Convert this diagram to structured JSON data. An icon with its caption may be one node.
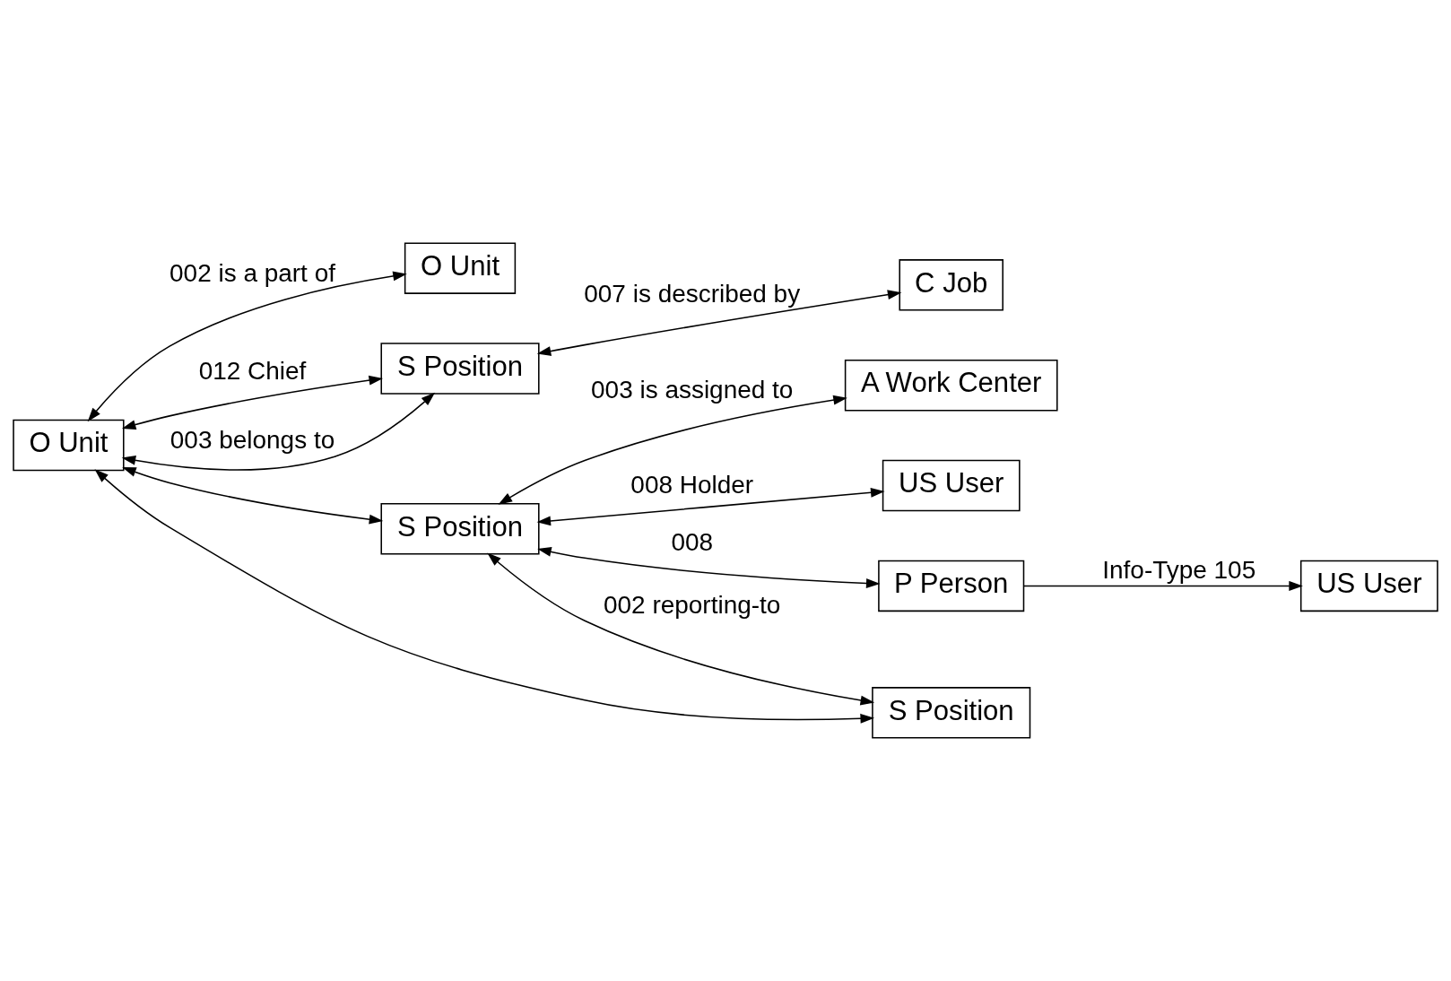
{
  "diagram": {
    "nodes": [
      {
        "text": [
          "O Unit"
        ]
      },
      {
        "text": [
          "O Unit"
        ]
      },
      {
        "text": [
          "S Position"
        ]
      },
      {
        "text": [
          "C Job"
        ]
      },
      {
        "text": [
          "S Position"
        ]
      },
      {
        "text": [
          "A Work Center"
        ]
      },
      {
        "text": [
          "US User"
        ]
      },
      {
        "text": [
          "P Person"
        ]
      },
      {
        "text": [
          "US User"
        ]
      },
      {
        "text": [
          "S Position"
        ]
      }
    ],
    "edges": [
      {
        "from": 1,
        "to": 0,
        "arrow": "both",
        "label": "002 is a part of"
      },
      {
        "from": 1,
        "to": 2,
        "arrow": "both",
        "label": "012 Chief"
      },
      {
        "from": 1,
        "to": 2,
        "arrow": "both",
        "label": "003 belongs to"
      },
      {
        "from": 1,
        "to": 4,
        "arrow": "both"
      },
      {
        "from": 1,
        "to": 9,
        "arrow": "both"
      },
      {
        "from": 2,
        "to": 3,
        "arrow": "both",
        "label": "007 is described by"
      },
      {
        "from": 4,
        "to": 5,
        "arrow": "both",
        "label": "003 is assigned to"
      },
      {
        "from": 4,
        "to": 6,
        "arrow": "both",
        "label": "008 Holder"
      },
      {
        "from": 4,
        "to": 7,
        "arrow": "both",
        "label": "008"
      },
      {
        "from": 7,
        "to": 8,
        "arrow": "to",
        "label": "Info-Type 105"
      },
      {
        "from": 4,
        "to": 9,
        "arrow": "both",
        "label": "002 reporting-to"
      }
    ]
  }
}
